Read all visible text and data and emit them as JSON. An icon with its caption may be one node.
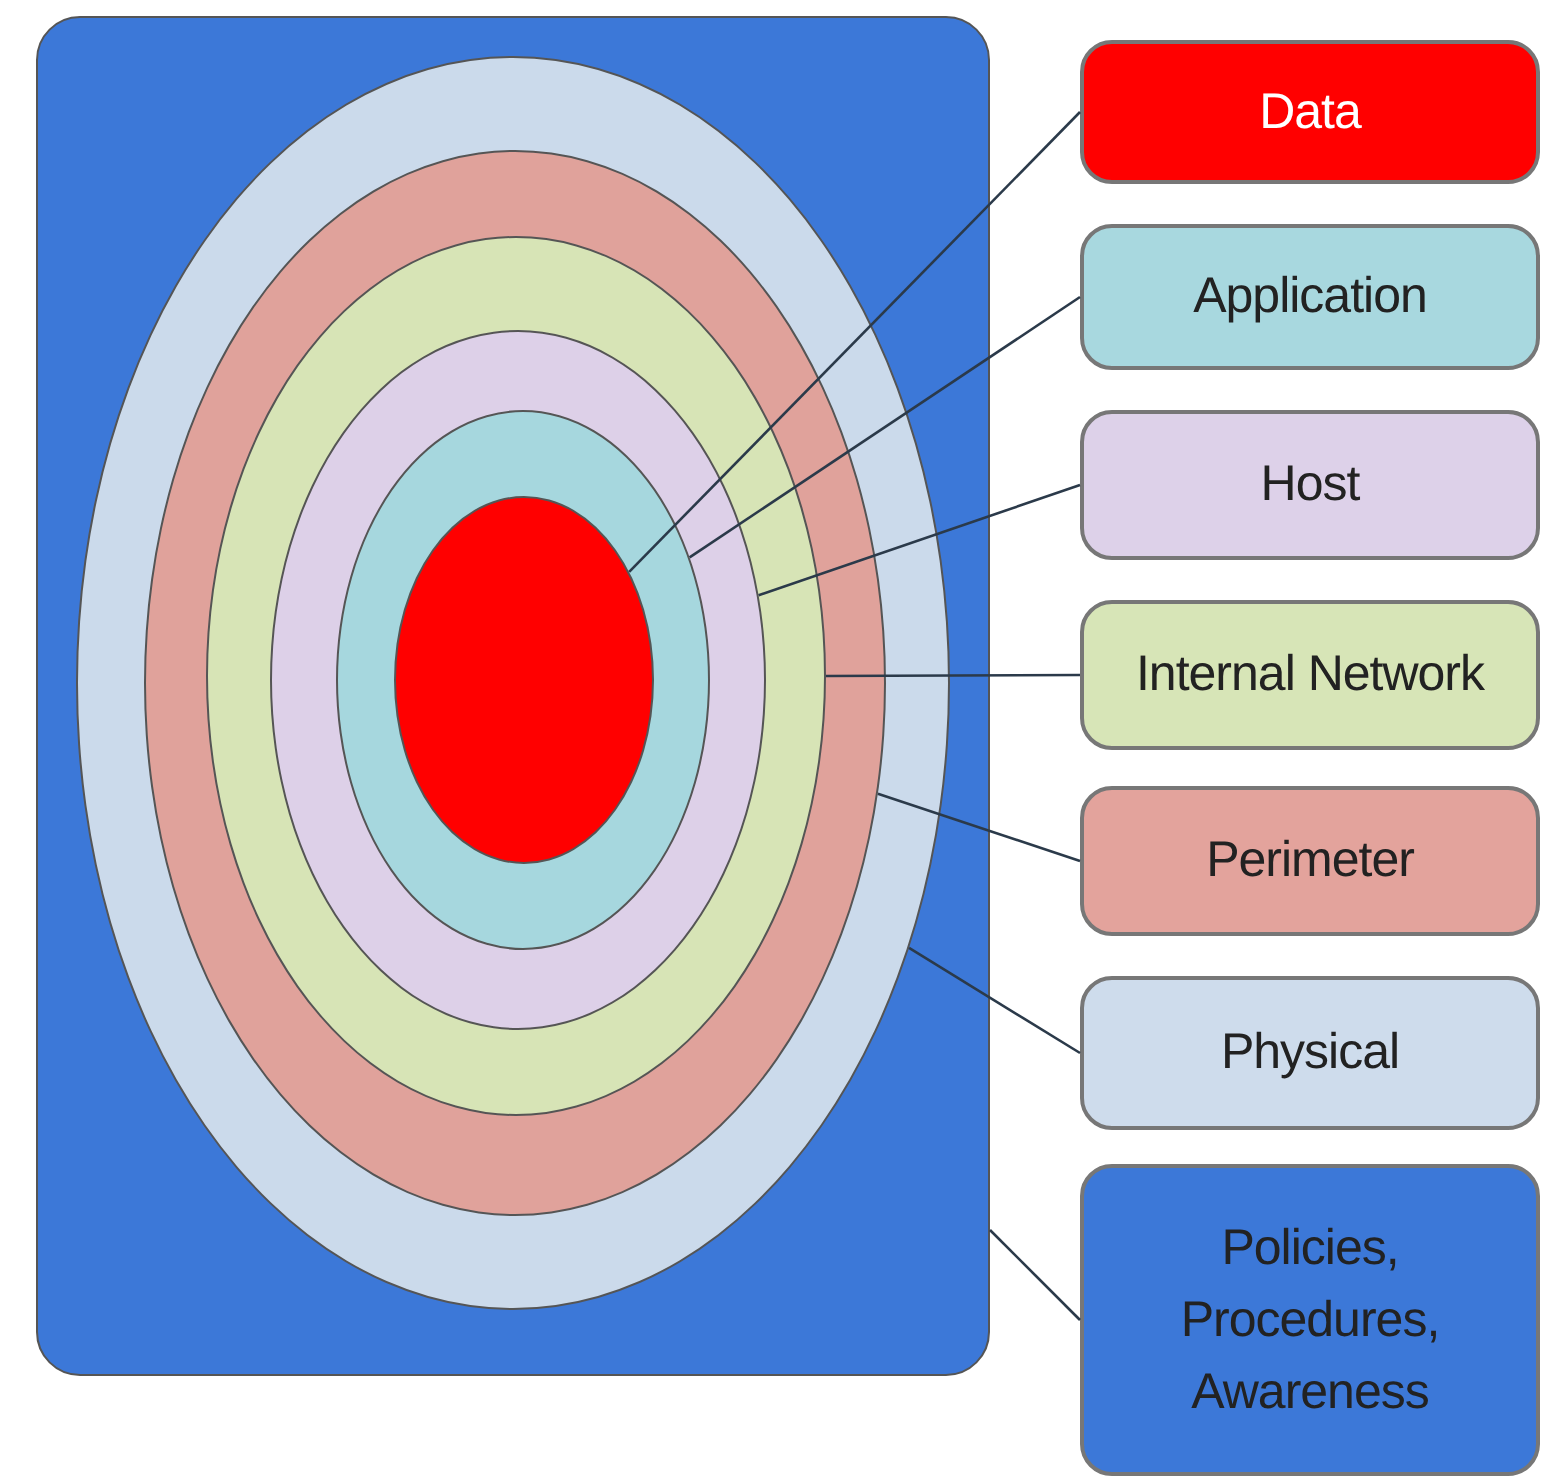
{
  "diagram": {
    "nodes": [
      {
        "text": [
          "Data"
        ]
      },
      {
        "text": [
          "Application"
        ]
      },
      {
        "text": [
          "Host"
        ]
      },
      {
        "text": [
          "Internal Network"
        ]
      },
      {
        "text": [
          "Perimeter"
        ]
      },
      {
        "text": [
          "Physical"
        ]
      },
      {
        "text": [
          "Policies, Procedures, Awareness"
        ]
      },
      {
        "text": [],
        "shape": "box"
      },
      {
        "text": [],
        "shape": "circle",
        "in": 7
      },
      {
        "text": [],
        "shape": "circle",
        "in": 8
      },
      {
        "text": [],
        "shape": "circle",
        "in": 9
      },
      {
        "text": [],
        "shape": "circle",
        "in": 10
      },
      {
        "text": [],
        "shape": "circle",
        "in": 11
      },
      {
        "text": [],
        "shape": "circle",
        "in": 12
      }
    ],
    "edges": [
      {
        "from": 0,
        "to": 13,
        "arrow": "none"
      },
      {
        "from": 1,
        "to": 12,
        "arrow": "none"
      },
      {
        "from": 2,
        "to": 11,
        "arrow": "none"
      },
      {
        "from": 3,
        "to": 10,
        "arrow": "none"
      },
      {
        "from": 4,
        "to": 9,
        "arrow": "none"
      },
      {
        "from": 5,
        "to": 8,
        "arrow": "none"
      },
      {
        "from": 6,
        "to": 7,
        "arrow": "none"
      }
    ]
  }
}
